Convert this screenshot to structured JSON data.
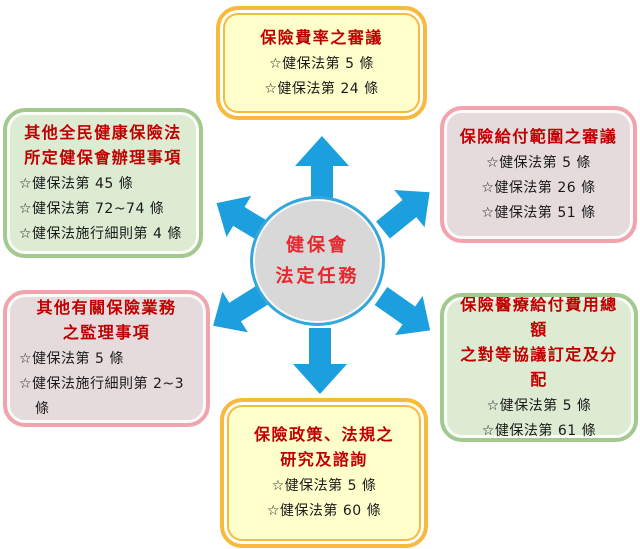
{
  "center": {
    "lines": [
      "健保會",
      "法定任務"
    ]
  },
  "boxes": [
    {
      "id": "insurance-rate-review",
      "style": "yellow",
      "title_lines": [
        "保險費率之審議"
      ],
      "items": [
        "☆健保法第 5 條",
        "☆健保法第 24 條"
      ]
    },
    {
      "id": "other-nhi-act-matters",
      "style": "green",
      "title_lines": [
        "其他全民健康保險法",
        "所定健保會辦理事項"
      ],
      "items": [
        "☆健保法第 45 條",
        "☆健保法第 72~74 條",
        "☆健保法施行細則第 4 條"
      ]
    },
    {
      "id": "benefit-scope-review",
      "style": "pink",
      "title_lines": [
        "保險給付範圍之審議"
      ],
      "items": [
        "☆健保法第 5 條",
        "☆健保法第 26 條",
        "☆健保法第 51 條"
      ]
    },
    {
      "id": "other-supervision-matters",
      "style": "pink",
      "title_lines": [
        "其他有關保險業務",
        "之監理事項"
      ],
      "items": [
        "☆健保法第 5 條",
        "☆健保法施行細則第 2~3",
        "條"
      ]
    },
    {
      "id": "global-budget-negotiation",
      "style": "green",
      "title_lines": [
        "保險醫療給付費用總額",
        "之對等協議訂定及分配"
      ],
      "items": [
        "☆健保法第 5 條",
        "☆健保法第 61 條"
      ]
    },
    {
      "id": "policy-research-consultation",
      "style": "yellow",
      "title_lines": [
        "保險政策、法規之",
        "研究及諮詢"
      ],
      "items": [
        "☆健保法第 5 條",
        "☆健保法第 60 條"
      ]
    }
  ],
  "colors": {
    "arrow_blue": "#1B9FDE",
    "circle_fill": "#D8D8D8",
    "circle_border": "#35A7DC",
    "circle_text": "#E8262D",
    "yellow_border": "#F8BA3C",
    "yellow_fill": "#FFFFCC",
    "green_border": "#A3C98E",
    "green_fill": "#DCEBD2",
    "pink_border": "#F2A4AE",
    "pink_fill": "#E6DBDC",
    "title_red": "#C00000",
    "item_text": "#1A1A1A"
  }
}
